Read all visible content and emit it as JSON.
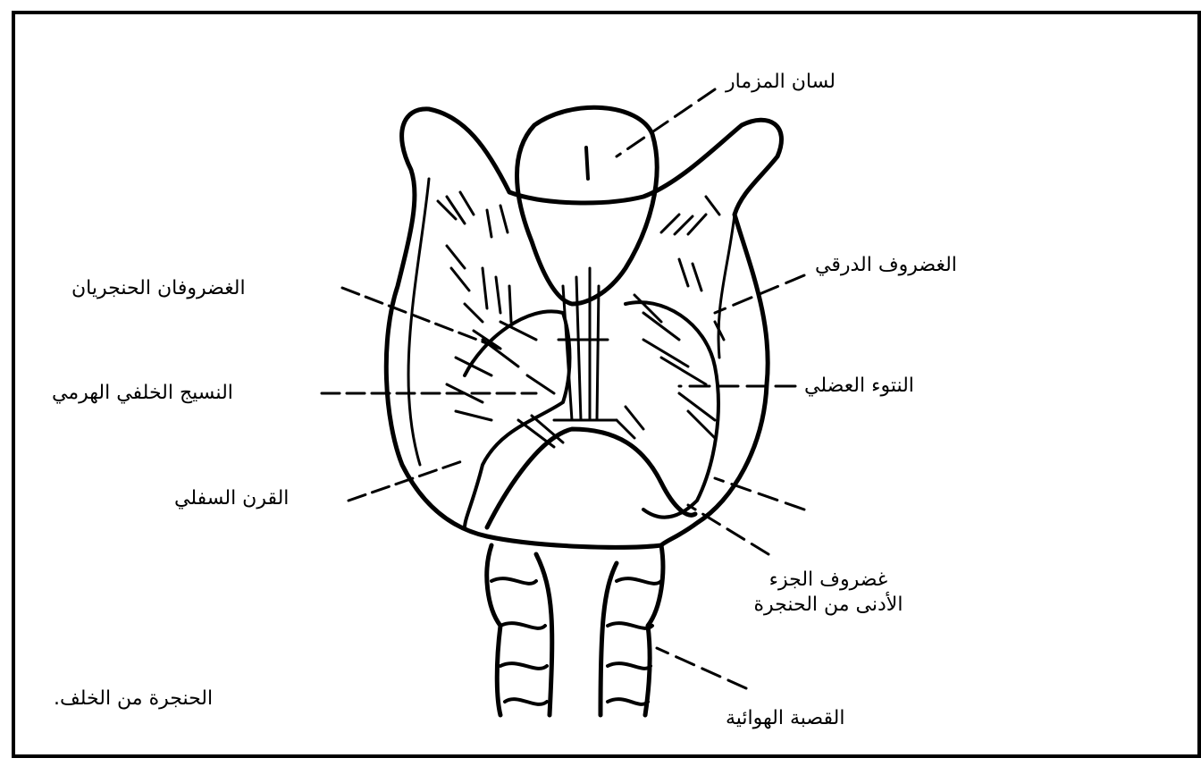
{
  "labels": {
    "epiglottis": "لسان المزمار",
    "thyroid_cartilage": "الغضروف الدرقي",
    "arytenoid_cartilages": "الغضروفان الحنجريان",
    "muscular_process": "النتوء العضلي",
    "posterior_pyramidal_tissue": "النسيج الخلفي الهرمي",
    "inferior_horn": "القرن السفلي",
    "cricoid_line1": "غضروف الجزء",
    "cricoid_line2": "الأدنى من الحنجرة",
    "trachea": "القصبة الهوائية",
    "caption": "الحنجرة من الخلف."
  },
  "colors": {
    "ink": "#000000",
    "paper": "#ffffff"
  }
}
